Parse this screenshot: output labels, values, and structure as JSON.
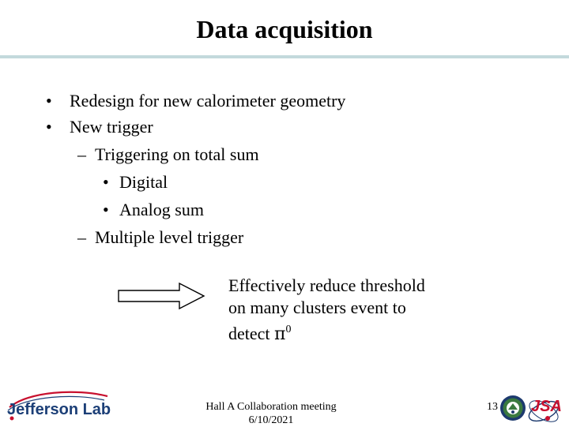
{
  "slide": {
    "title": "Data acquisition",
    "bullets": [
      {
        "marker": "•",
        "text": "Redesign for new calorimeter geometry"
      },
      {
        "marker": "•",
        "text": "New trigger"
      },
      {
        "marker": "–",
        "text": "Triggering on total sum"
      },
      {
        "marker": "•",
        "text": "Digital"
      },
      {
        "marker": "•",
        "text": "Analog sum"
      },
      {
        "marker": "–",
        "text": "Multiple level trigger"
      }
    ],
    "effect": {
      "line1": "Effectively reduce threshold",
      "line2": "on many clusters event to",
      "line3_prefix": "detect ",
      "pi_symbol": "π",
      "pi_superscript": "0"
    }
  },
  "footer": {
    "meeting": "Hall A Collaboration meeting",
    "date": "6/10/2021",
    "page_number": "13",
    "logo_left_text": "Jefferson Lab",
    "logo_right_text": "JSA"
  },
  "colors": {
    "title_rule": "#c3d9dc",
    "jlab_blue": "#1c3f77",
    "jlab_red": "#c8102e",
    "jsa_red": "#c8102e",
    "doe_green": "#3b7a3f",
    "doe_blue": "#1d3a6e"
  },
  "icons": {
    "arrow": "right-arrow-outline-icon",
    "jlab_logo": "jefferson-lab-logo",
    "doe_seal": "doe-seal-icon",
    "jsa_logo": "jsa-logo"
  }
}
